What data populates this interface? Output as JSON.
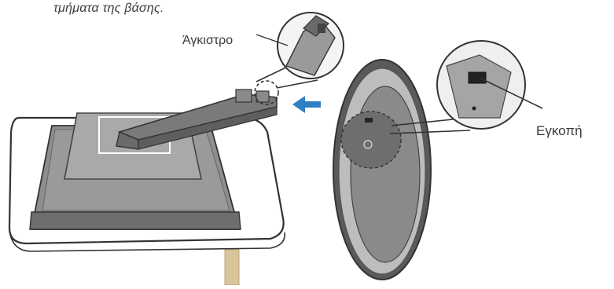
{
  "caption": "τμήματα της βάσης.",
  "labels": {
    "hook": "Άγκιστρο",
    "slot": "Εγκοπή"
  },
  "icons": {
    "arrow": "left-arrow-icon"
  },
  "colors": {
    "arrow": "#2f7fc4",
    "line": "#333333",
    "table_edge": "#d9c59a"
  }
}
